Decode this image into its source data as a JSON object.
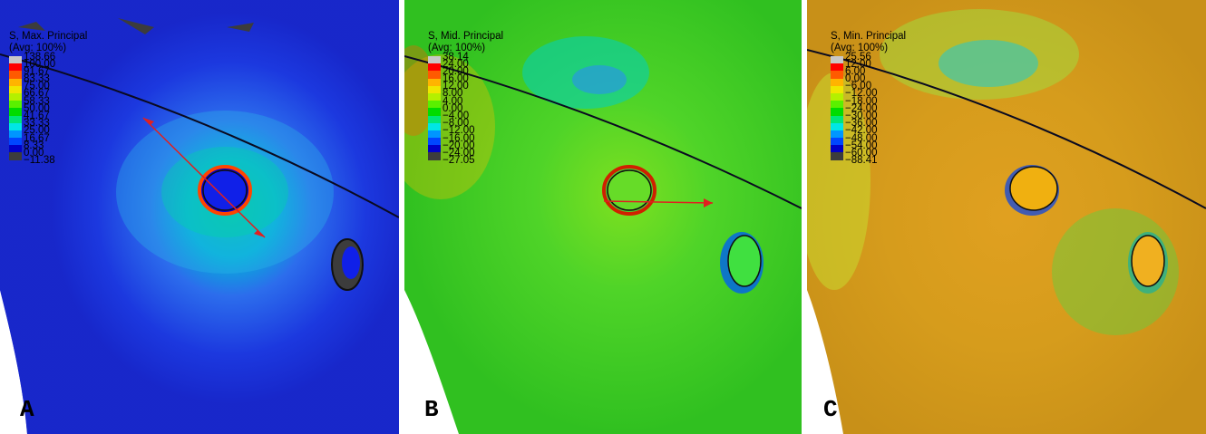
{
  "panels": [
    {
      "label": "A",
      "legend_title": "S, Max. Principal",
      "legend_subtitle": "(Avg: 100%)",
      "ticks": [
        "138.66",
        "100.00",
        "91.67",
        "83.33",
        "75.00",
        "66.67",
        "58.33",
        "50.00",
        "41.67",
        "33.33",
        "25.00",
        "16.67",
        "8.33",
        "0.00",
        "−11.38"
      ],
      "colors": [
        "#c8c8c8",
        "#ff0000",
        "#ff5a00",
        "#ffb400",
        "#f0e600",
        "#b4f000",
        "#5af000",
        "#00dc00",
        "#00e678",
        "#00e6e6",
        "#0096ff",
        "#0046ff",
        "#0000c8",
        "#3c3c3c"
      ],
      "surface": "#1b2fd8"
    },
    {
      "label": "B",
      "legend_title": "S, Mid. Principal",
      "legend_subtitle": "(Avg: 100%)",
      "ticks": [
        "38.14",
        "24.00",
        "20.00",
        "16.00",
        "12.00",
        "8.00",
        "4.00",
        "0.00",
        "−4.00",
        "−8.00",
        "−12.00",
        "−16.00",
        "−20.00",
        "−24.00",
        "−27.05"
      ],
      "colors": [
        "#c8c8c8",
        "#ff0000",
        "#ff5a00",
        "#ffb400",
        "#f0e600",
        "#b4f000",
        "#5af000",
        "#00dc00",
        "#00e678",
        "#00e6e6",
        "#0096ff",
        "#0046ff",
        "#0000c8",
        "#3c3c3c"
      ],
      "surface": "#3fcf25"
    },
    {
      "label": "C",
      "legend_title": "S, Min. Principal",
      "legend_subtitle": "(Avg: 100%)",
      "ticks": [
        "25.56",
        "12.00",
        "6.00",
        "0.00",
        "−6.00",
        "−12.00",
        "−18.00",
        "−24.00",
        "−30.00",
        "−36.00",
        "−42.00",
        "−48.00",
        "−54.00",
        "−60.00",
        "−88.41"
      ],
      "colors": [
        "#c8c8c8",
        "#ff0000",
        "#ff5a00",
        "#ffb400",
        "#f0e600",
        "#b4f000",
        "#5af000",
        "#00dc00",
        "#00e678",
        "#00e6e6",
        "#0096ff",
        "#0046ff",
        "#0000c8",
        "#3c3c3c"
      ],
      "surface": "#d39a18"
    }
  ]
}
